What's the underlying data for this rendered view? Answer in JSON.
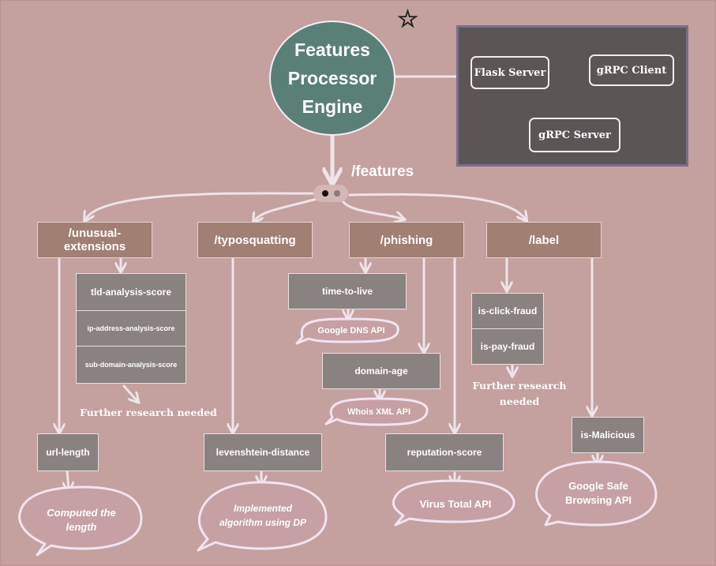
{
  "engine": {
    "title_line1": "Features",
    "title_line2": "Processor",
    "title_line3": "Engine"
  },
  "server_panel": {
    "flask_server": "Flask Server",
    "grpc_client": "gRPC Client",
    "grpc_server": "gRPC Server"
  },
  "endpoint": "/features",
  "routes": {
    "unusual_extensions": {
      "label_line1": "/unusual-",
      "label_line2": "extensions"
    },
    "typosquatting": {
      "label": "/typosquatting"
    },
    "phishing": {
      "label": "/phishing"
    },
    "label": {
      "label": "/label"
    }
  },
  "unusual_extensions": {
    "scores": [
      "tld-analysis-score",
      "ip-address-analysis-score",
      "sub-domain-analysis-score"
    ],
    "further_research": "Further research needed",
    "url_length": "url-length",
    "url_length_note_line1": "Computed the",
    "url_length_note_line2": "length"
  },
  "typosquatting": {
    "levenshtein": "levenshtein-distance",
    "note_line1": "Implemented",
    "note_line2": "algorithm using DP"
  },
  "phishing": {
    "time_to_live": "time-to-live",
    "ttl_source": "Google DNS API",
    "domain_age": "domain-age",
    "domain_age_source": "Whois XML API",
    "reputation_score": "reputation-score",
    "reputation_source": "Virus Total API"
  },
  "label": {
    "click_fraud": "is-click-fraud",
    "pay_fraud": "is-pay-fraud",
    "further_line1": "Further research",
    "further_line2": "needed",
    "is_malicious": "is-Malicious",
    "malicious_source_line1": "Google Safe",
    "malicious_source_line2": "Browsing API"
  },
  "colors": {
    "background": "#c4a09f",
    "engine_fill": "#5a7f77",
    "panel_fill": "#5b5556",
    "route_fill": "#a17f73",
    "box_fill": "#8a8181",
    "callout_fill": "#c6a0a2",
    "callout_stroke": "#f3e3f3",
    "connector": "#eee4ea"
  },
  "icons": [
    "star-icon",
    "cloud-upload-icon"
  ]
}
